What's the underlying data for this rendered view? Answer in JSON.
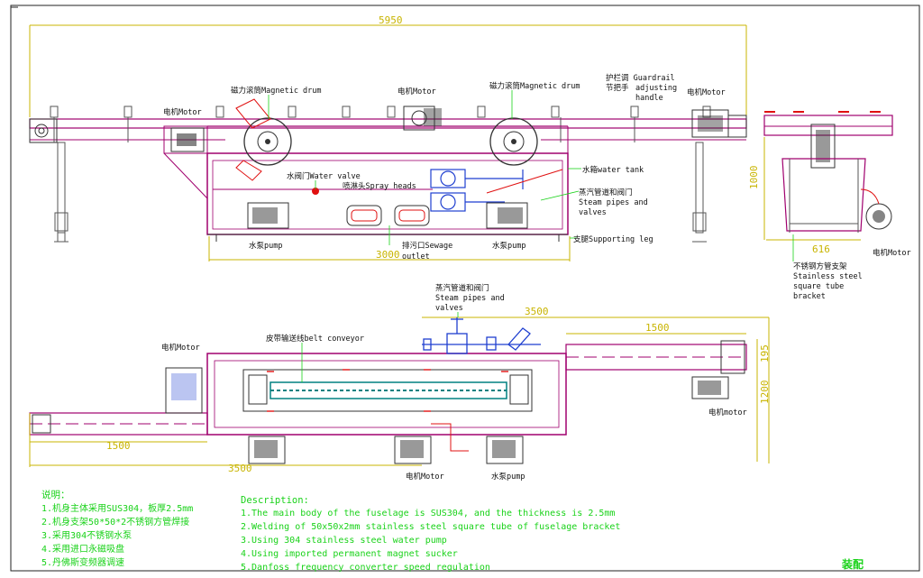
{
  "dimensions": {
    "total_length": "5950",
    "leg_span": "3000",
    "height_side": "1000",
    "side_width": "616",
    "top_left_len": "1500",
    "top_right_len": "1500",
    "top_total_left": "3500",
    "top_total_right": "3500",
    "top_width": "1200",
    "top_small": "195"
  },
  "labels": {
    "motor_left": "电机Motor",
    "magnetic_drum_left": "磁力滚筒Magnetic drum",
    "motor_mid": "电机Motor",
    "magnetic_drum_right": "磁力滚筒Magnetic drum",
    "guardrail_cn": "护栏调 Guardrail",
    "guardrail_cn2": "节把手",
    "guardrail_en1": "adjusting",
    "guardrail_en2": "handle",
    "motor_right": "电机Motor",
    "water_valve": "水阀门Water valve",
    "spray_heads": "喷淋头Spray heads",
    "water_tank": "水箱water tank",
    "steam_cn": "蒸汽管道和阀门",
    "steam_en1": "Steam pipes and",
    "steam_en2": "valves",
    "pump_left": "水泵pump",
    "sewage_cn": "排污口Sewage",
    "sewage_en": "outlet",
    "pump_right": "水泵pump",
    "supporting_leg": "支腿Supporting leg",
    "side_motor": "电机Motor",
    "bracket_cn": "不锈钢方管支架",
    "bracket_en1": "Stainless steel",
    "bracket_en2": "square tube",
    "bracket_en3": "bracket",
    "top_steam_cn": "蒸汽管道和阀门",
    "top_steam_en1": "Steam pipes and",
    "top_steam_en2": "valves",
    "top_motor_left": "电机Motor",
    "belt_conveyor": "皮带输送线belt conveyor",
    "top_motor_right": "电机motor",
    "top_motor_bottom": "电机Motor",
    "top_pump": "水泵pump"
  },
  "notes": {
    "cn_title": "说明：",
    "cn_items": [
      "1.机身主体采用SUS304，板厚2.5mm",
      "2.机身支架50*50*2不锈钢方管焊接",
      "3.采用304不锈钢水泵",
      "4.采用进口永磁吸盘",
      "5.丹佛斯变频器调速"
    ],
    "en_title": "Description:",
    "en_items": [
      "1.The main body of the fuselage is SUS304, and the thickness is 2.5mm",
      "2.Welding of 50x50x2mm stainless steel square tube of fuselage bracket",
      "3.Using 304 stainless steel water pump",
      "4.Using imported permanent magnet sucker",
      "5.Danfoss frequency converter speed regulation"
    ],
    "assembly_tag": "装配"
  },
  "colors": {
    "frame": "#a0006e",
    "dimension": "#c8b400",
    "note_text": "#19d219",
    "pipe": "#1f3fd0",
    "belt": "#008080",
    "red": "#e01010"
  }
}
